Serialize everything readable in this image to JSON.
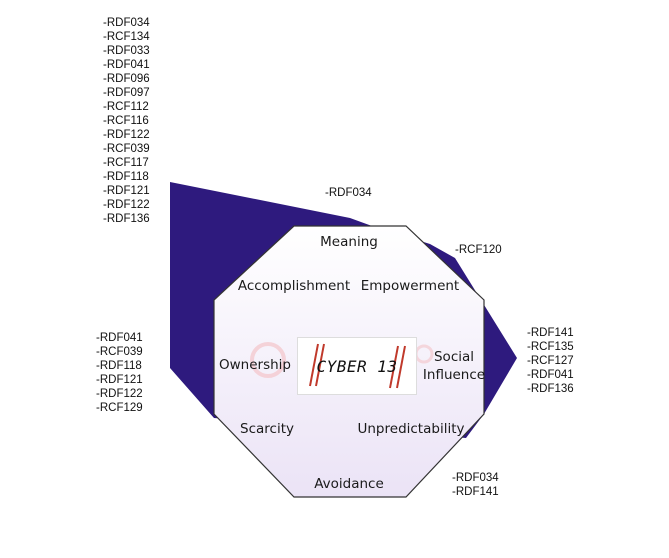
{
  "diagram": {
    "center_logo_text": "CYBER 13",
    "dimensions": [
      {
        "id": "meaning",
        "label": "Meaning"
      },
      {
        "id": "empowerment",
        "label": "Empowerment"
      },
      {
        "id": "social-influence",
        "label": "Social Influence"
      },
      {
        "id": "unpredictability",
        "label": "Unpredictability"
      },
      {
        "id": "avoidance",
        "label": "Avoidance"
      },
      {
        "id": "scarcity",
        "label": "Scarcity"
      },
      {
        "id": "ownership",
        "label": "Ownership"
      },
      {
        "id": "accomplishment",
        "label": "Accomplishment"
      }
    ],
    "reference_groups": [
      {
        "id": "accomplishment-refs",
        "refs": [
          "-RDF034",
          "-RCF134",
          "-RDF033",
          "-RDF041",
          "-RDF096",
          "-RDF097",
          "-RCF112",
          "-RCF116",
          "-RDF122",
          "-RCF039",
          "-RCF117",
          "-RDF118",
          "-RDF121",
          "-RDF122",
          "-RDF136"
        ]
      },
      {
        "id": "meaning-refs",
        "refs": [
          "-RDF034"
        ]
      },
      {
        "id": "empowerment-refs",
        "refs": [
          "-RCF120"
        ]
      },
      {
        "id": "social-influence-refs",
        "refs": [
          "-RDF141",
          "-RCF135",
          "-RCF127",
          "-RDF041",
          "-RDF136"
        ]
      },
      {
        "id": "ownership-refs",
        "refs": [
          "-RDF041",
          "-RCF039",
          "-RDF118",
          "-RDF121",
          "-RDF122",
          "-RCF129"
        ]
      },
      {
        "id": "avoidance-refs",
        "refs": [
          "-RDF034",
          "-RDF141"
        ]
      }
    ],
    "colors": {
      "coverage_fill": "#2e1a7e",
      "octagon_border": "#333333",
      "octagon_fill_top": "#ffffff",
      "octagon_fill_bottom": "#ebe3f6"
    }
  }
}
